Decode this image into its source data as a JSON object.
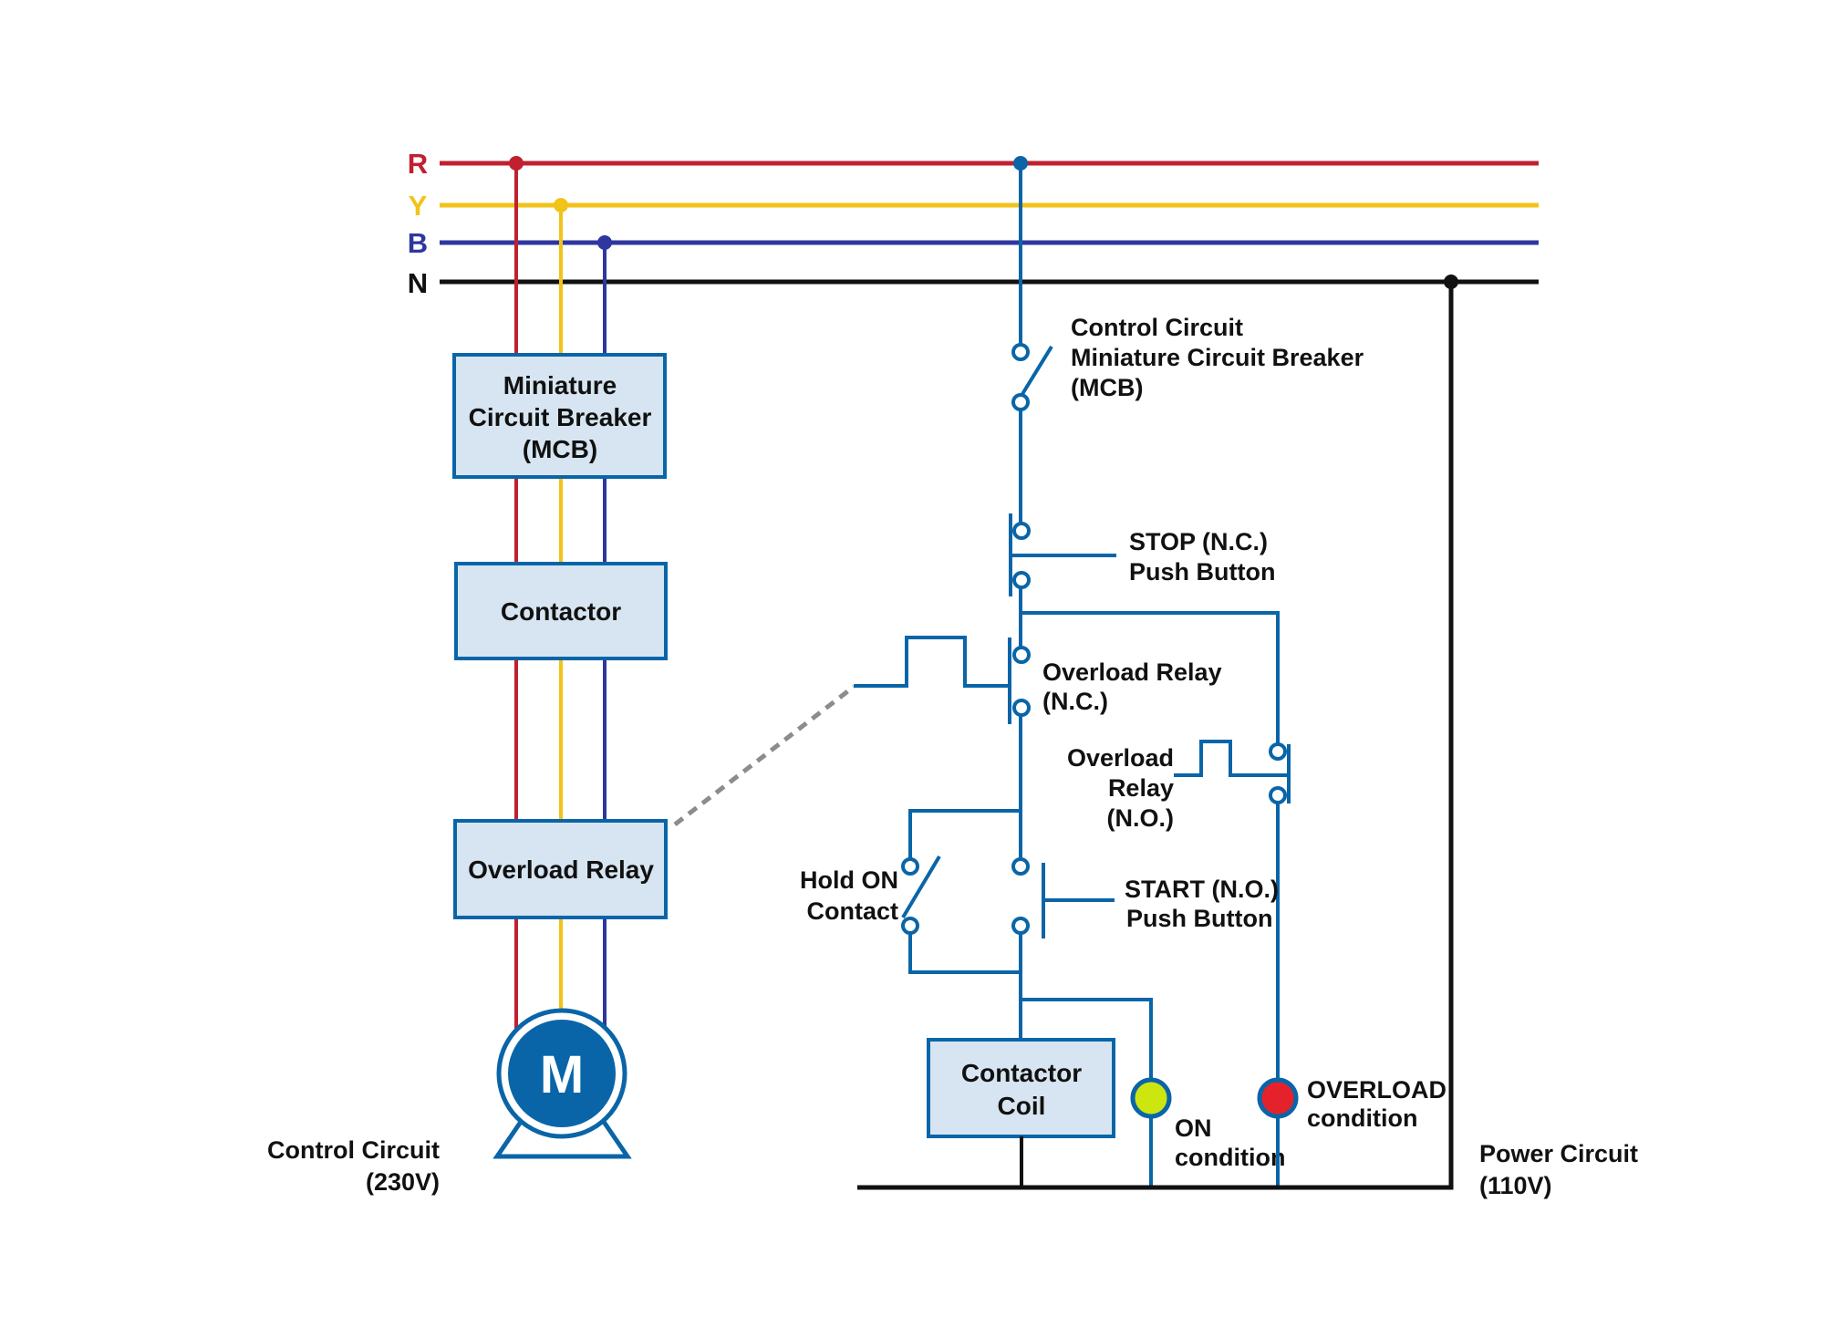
{
  "colors": {
    "phase_r": "#c0202f",
    "phase_y": "#f2c318",
    "phase_b": "#2e36a0",
    "neutral": "#111111",
    "wire": "#0a65a8",
    "box_fill": "#d6e5f1",
    "box_stroke": "#0a65a8",
    "dashed_link": "#8c8c8c",
    "lamp_on": "#cde60f",
    "lamp_overload": "#e5222b"
  },
  "bus": {
    "r_label": "R",
    "y_label": "Y",
    "b_label": "B",
    "n_label": "N"
  },
  "power_side": {
    "mcb_box": [
      "Miniature",
      "Circuit Breaker",
      "(MCB)"
    ],
    "contactor_box": "Contactor",
    "overload_box": "Overload Relay",
    "motor_letter": "M",
    "circuit_label": [
      "Control Circuit",
      "(230V)"
    ]
  },
  "control_side": {
    "mcb_label": [
      "Control Circuit",
      "Miniature Circuit Breaker",
      "(MCB)"
    ],
    "stop_label": [
      "STOP (N.C.)",
      "Push Button"
    ],
    "ol_nc_label": [
      "Overload Relay",
      "(N.C.)"
    ],
    "ol_no_label": [
      "Overload",
      "Relay",
      "(N.O.)"
    ],
    "hold_label": [
      "Hold ON",
      "Contact"
    ],
    "start_label": [
      "START (N.O.)",
      "Push Button"
    ],
    "coil_box": [
      "Contactor",
      "Coil"
    ],
    "on_lamp_label": [
      "ON",
      "condition"
    ],
    "overload_lamp_label": [
      "OVERLOAD",
      "condition"
    ],
    "circuit_label": [
      "Power Circuit",
      "(110V)"
    ]
  }
}
